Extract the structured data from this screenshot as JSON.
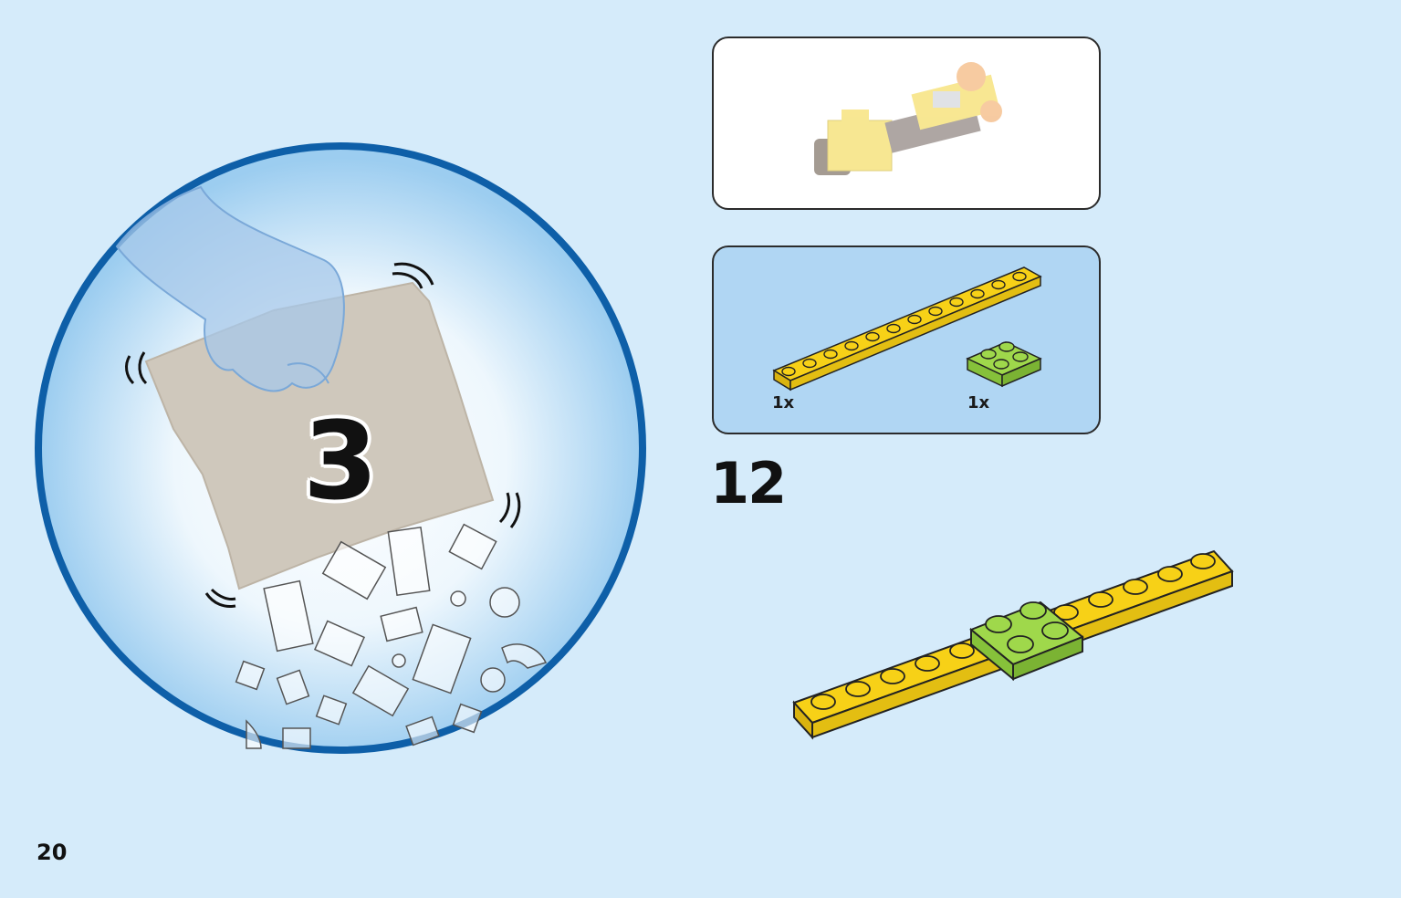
{
  "bag": {
    "number": "3",
    "icon": "bag-shake-icon"
  },
  "step": {
    "number": "12"
  },
  "parts": [
    {
      "qty": "1x",
      "name": "plate-1x12",
      "color": "#f7d117"
    },
    {
      "qty": "1x",
      "name": "plate-2x2",
      "color": "#9fd84b"
    }
  ],
  "page": {
    "number": "20"
  },
  "colors": {
    "background": "#d5ebfa",
    "circle_border": "#0e5fa8",
    "parts_panel": "#b0d6f3",
    "yellow": "#f7d117",
    "lime": "#9fd84b"
  }
}
